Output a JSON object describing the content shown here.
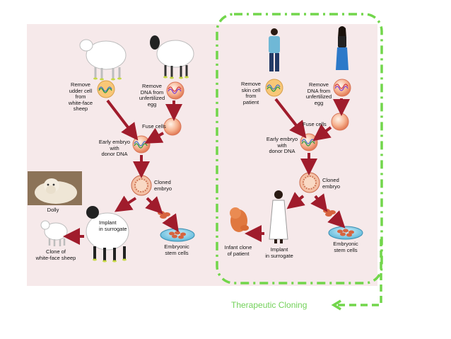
{
  "colors": {
    "arrow": "#a01c2c",
    "highlight": "#72d64b",
    "panel": "#f6e9ea",
    "cell": "#f1a07a",
    "dish": "#6fc7e2"
  },
  "icons": [
    "white-sheep-icon",
    "black-face-sheep-icon",
    "man-icon",
    "woman-icon",
    "nucleus-cell-icon",
    "egg-cell-icon",
    "cloned-embryo-icon",
    "petri-dish-icon",
    "surrogate-woman-icon",
    "infant-clone-icon",
    "dolly-photo-icon",
    "lamb-icon",
    "dashed-arrow-icon"
  ],
  "left": {
    "remove_udder": "Remove\nudder cell\nfrom\nwhite-face sheep",
    "remove_dna": "Remove\nDNA from\nunfertilized\negg",
    "fuse": "Fuse cells",
    "early_embryo": "Early embryo\nwith\ndonor DNA",
    "cloned_embryo": "Cloned\nembryo",
    "dolly": "Dolly",
    "implant": "Implant\nin surrogate",
    "clone_of": "Clone of\nwhite-face sheep",
    "stem_cells": "Embryonic\nstem cells"
  },
  "right": {
    "remove_skin": "Remove\nskin cell\nfrom\npatient",
    "remove_dna": "Remove\nDNA from\nunfertilized\negg",
    "fuse": "Fuse cells",
    "early_embryo": "Early embryo\nwith\ndonor DNA",
    "cloned_embryo": "Cloned\nembryo",
    "infant_clone": "Infant clone\nof patient",
    "implant": "Implant\nin surrogate",
    "stem_cells": "Embryonic\nstem cells"
  },
  "caption": "Therapeutic Cloning"
}
